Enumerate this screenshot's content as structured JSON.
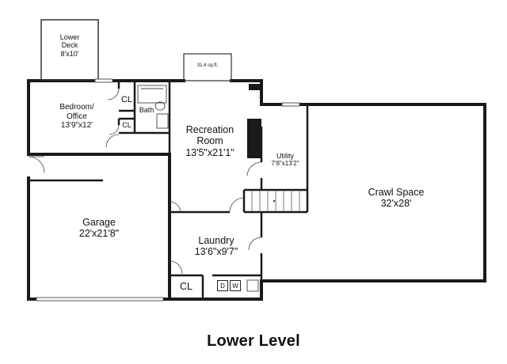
{
  "plan": {
    "title": "Lower Level",
    "rooms": {
      "lower_deck": {
        "name": "Lower\nDeck",
        "dims": "8'x10'"
      },
      "bedroom": {
        "name": "Bedroom/\nOffice",
        "dims": "13'9\"x12'"
      },
      "bath": {
        "name": "Bath"
      },
      "closet_top": {
        "name": "CL"
      },
      "closet_small": {
        "name": "CL"
      },
      "recreation": {
        "name": "Recreation\nRoom",
        "dims": "13'5\"x21'1\""
      },
      "utility": {
        "name": "Utility",
        "dims": "7'8\"x13'2\""
      },
      "crawl": {
        "name": "Crawl Space",
        "dims": "32'x28'"
      },
      "garage": {
        "name": "Garage",
        "dims": "22'x21'8\""
      },
      "laundry": {
        "name": "Laundry",
        "dims": "13'6\"x9'7\""
      },
      "closet_laundry": {
        "name": "CL"
      },
      "landing": {
        "area": "31.4 sq.ft."
      }
    },
    "appliances": {
      "dryer": "D",
      "washer": "W"
    }
  }
}
